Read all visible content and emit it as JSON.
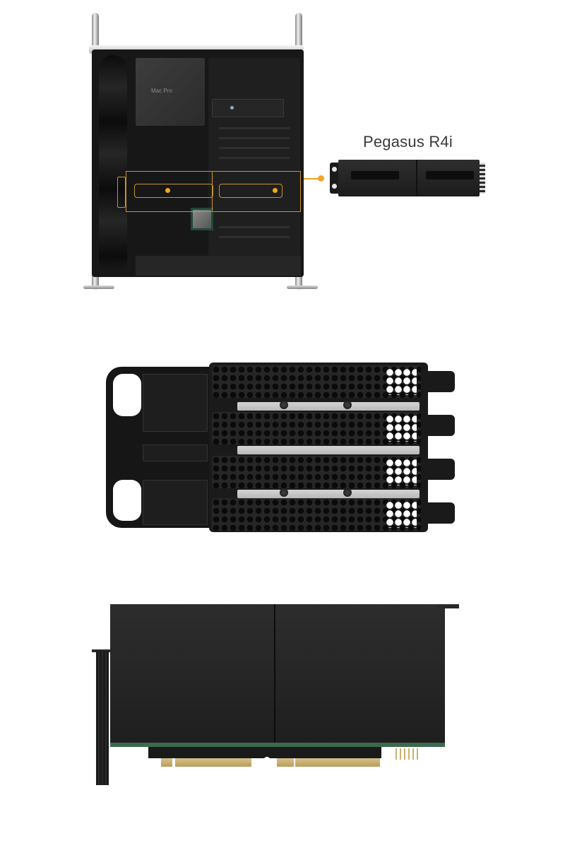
{
  "sections": {
    "chassis": {
      "case_badge": "Mac Pro",
      "callout_label": "Pegasus R4i",
      "highlight_color": "#c8961e",
      "callout_color": "#f0a52a"
    },
    "bracket_view": {
      "slot_count": 4
    },
    "card_view": {
      "shroud_panels": 2
    }
  }
}
